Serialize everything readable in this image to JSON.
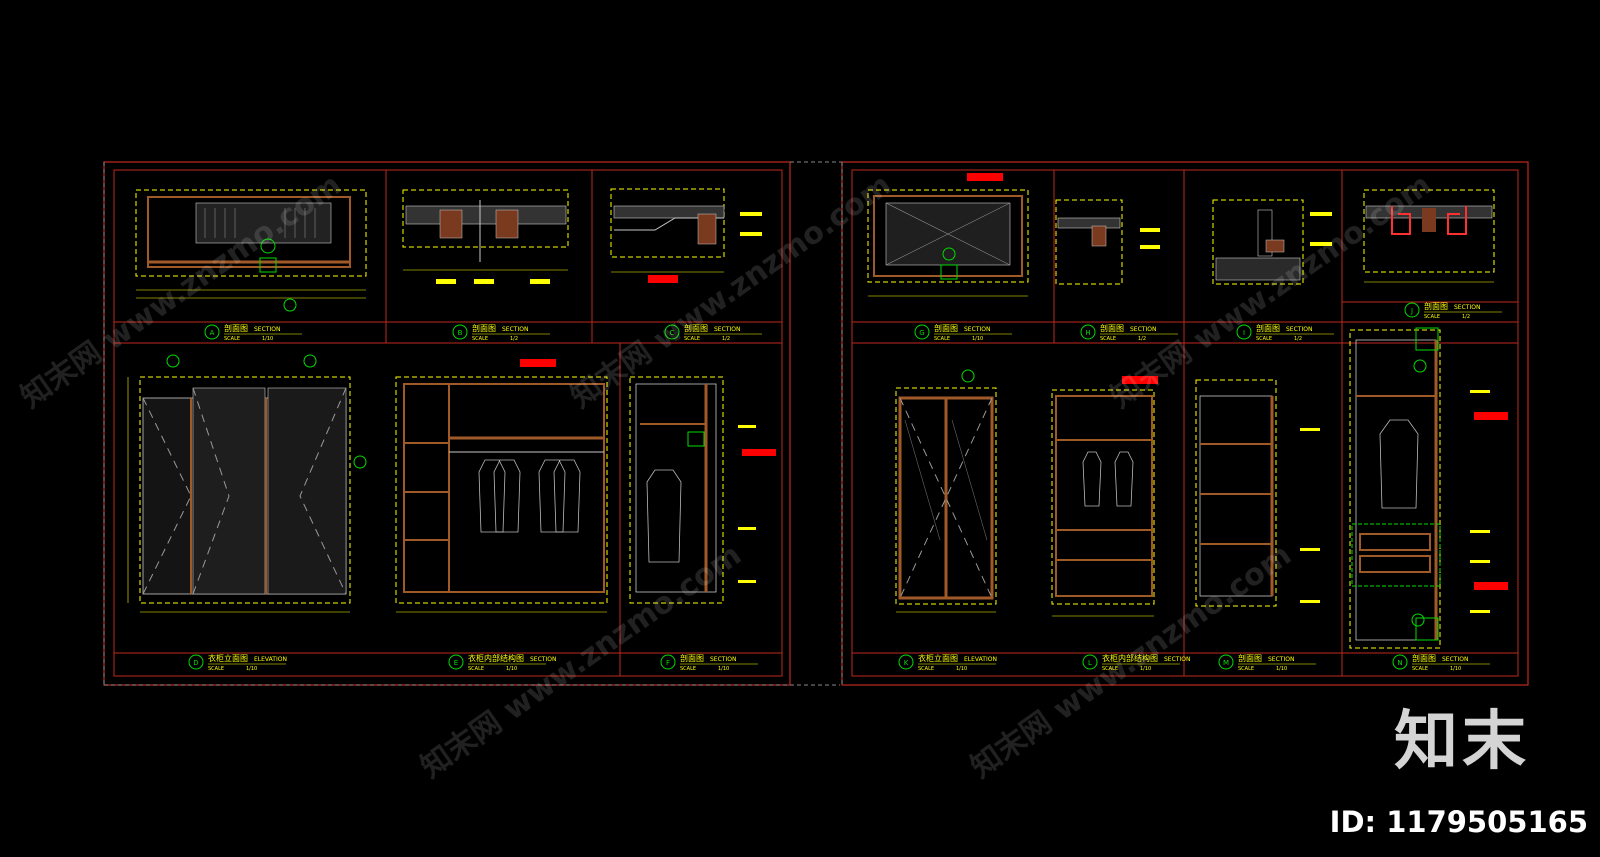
{
  "sheets": [
    {
      "views": [
        {
          "id": "A",
          "name": "剖面图",
          "en": "SECTION",
          "scale": "SCALE",
          "ratio": "1/10"
        },
        {
          "id": "B",
          "name": "剖面图",
          "en": "SECTION",
          "scale": "SCALE",
          "ratio": "1/2"
        },
        {
          "id": "C",
          "name": "剖面图",
          "en": "SECTION",
          "scale": "SCALE",
          "ratio": "1/2"
        },
        {
          "id": "D",
          "name": "衣柜立面图",
          "en": "ELEVATION",
          "scale": "SCALE",
          "ratio": "1/10"
        },
        {
          "id": "E",
          "name": "衣柜内部结构图",
          "en": "SECTION",
          "scale": "SCALE",
          "ratio": "1/10"
        },
        {
          "id": "F",
          "name": "剖面图",
          "en": "SECTION",
          "scale": "SCALE",
          "ratio": "1/10"
        }
      ]
    },
    {
      "views": [
        {
          "id": "G",
          "name": "剖面图",
          "en": "SECTION",
          "scale": "SCALE",
          "ratio": "1/10"
        },
        {
          "id": "H",
          "name": "剖面图",
          "en": "SECTION",
          "scale": "SCALE",
          "ratio": "1/2"
        },
        {
          "id": "I",
          "name": "剖面图",
          "en": "SECTION",
          "scale": "SCALE",
          "ratio": "1/2"
        },
        {
          "id": "J",
          "name": "剖面图",
          "en": "SECTION",
          "scale": "SCALE",
          "ratio": "1/2"
        },
        {
          "id": "K",
          "name": "衣柜立面图",
          "en": "ELEVATION",
          "scale": "SCALE",
          "ratio": "1/10"
        },
        {
          "id": "L",
          "name": "衣柜内部结构图",
          "en": "SECTION",
          "scale": "SCALE",
          "ratio": "1/10"
        },
        {
          "id": "M",
          "name": "剖面图",
          "en": "SECTION",
          "scale": "SCALE",
          "ratio": "1/10"
        },
        {
          "id": "N",
          "name": "剖面图",
          "en": "SECTION",
          "scale": "SCALE",
          "ratio": "1/10"
        }
      ]
    }
  ],
  "watermark": {
    "logo": "知末",
    "id_text": "ID: 1179505165",
    "diagonal_text": "知末网 www.znzmo.com"
  },
  "colors": {
    "background": "#000000",
    "frame": "#c0281e",
    "dimension": "#ffff00",
    "object": "#c8c8c8",
    "wood": "#a05a28",
    "symbol": "#00dc00",
    "flag": "#ff0000"
  }
}
